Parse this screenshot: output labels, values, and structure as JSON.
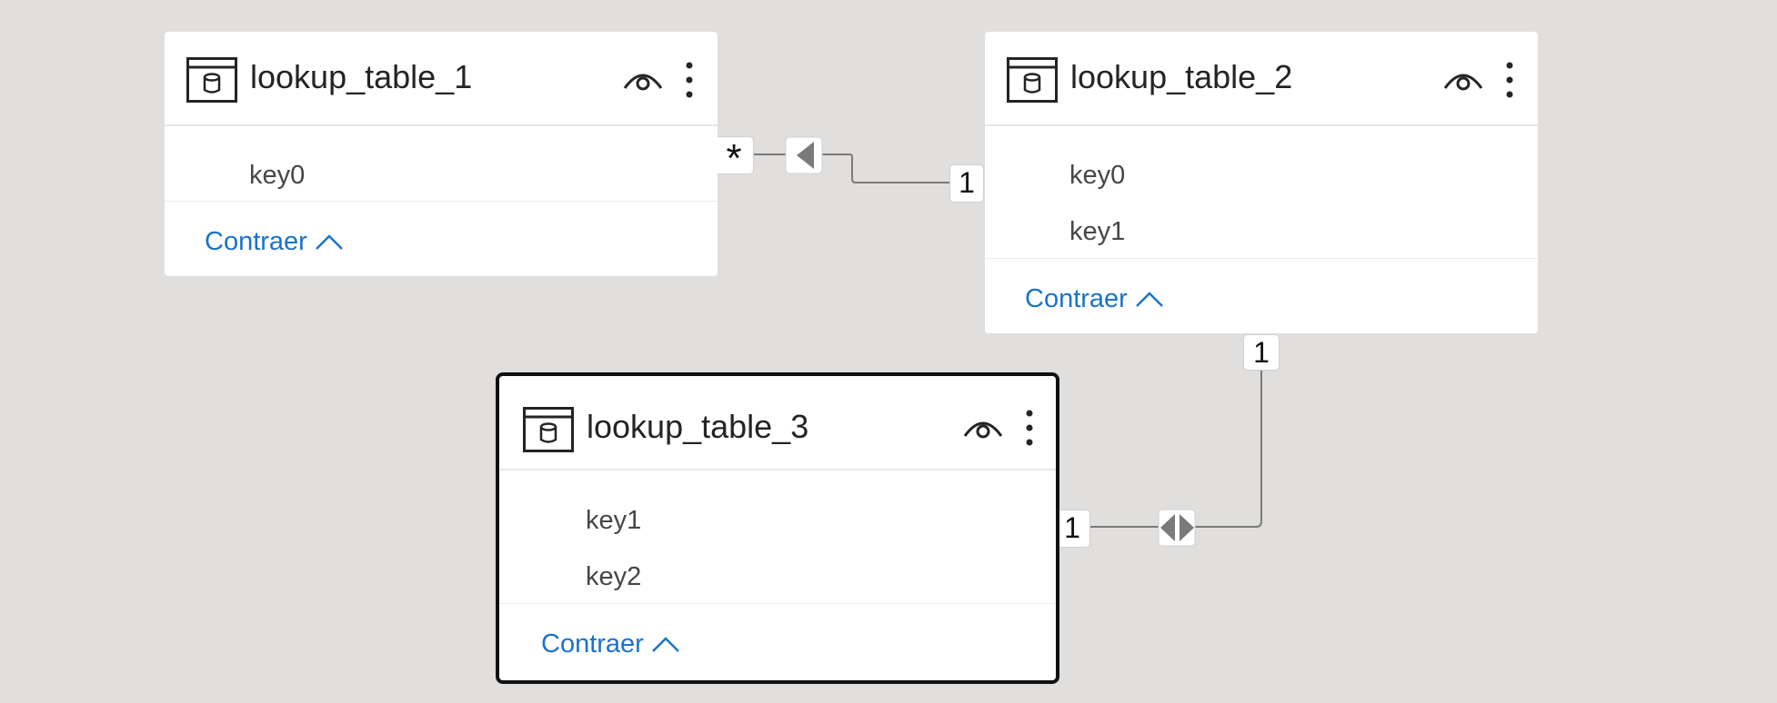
{
  "tables": [
    {
      "name": "lookup_table_1",
      "fields": [
        "key0"
      ],
      "collapse_label": "Contraer"
    },
    {
      "name": "lookup_table_2",
      "fields": [
        "key0",
        "key1"
      ],
      "collapse_label": "Contraer"
    },
    {
      "name": "lookup_table_3",
      "fields": [
        "key1",
        "key2"
      ],
      "collapse_label": "Contraer",
      "selected": true
    }
  ],
  "relationships": [
    {
      "from": "lookup_table_1",
      "to": "lookup_table_2",
      "from_cardinality": "*",
      "to_cardinality": "1",
      "direction": "single"
    },
    {
      "from": "lookup_table_2",
      "to": "lookup_table_3",
      "from_cardinality": "1",
      "to_cardinality": "1",
      "direction": "both"
    }
  ],
  "colors": {
    "canvas": "#e1dfdd",
    "card": "#ffffff",
    "link": "#1a73c9",
    "line": "#808080"
  }
}
